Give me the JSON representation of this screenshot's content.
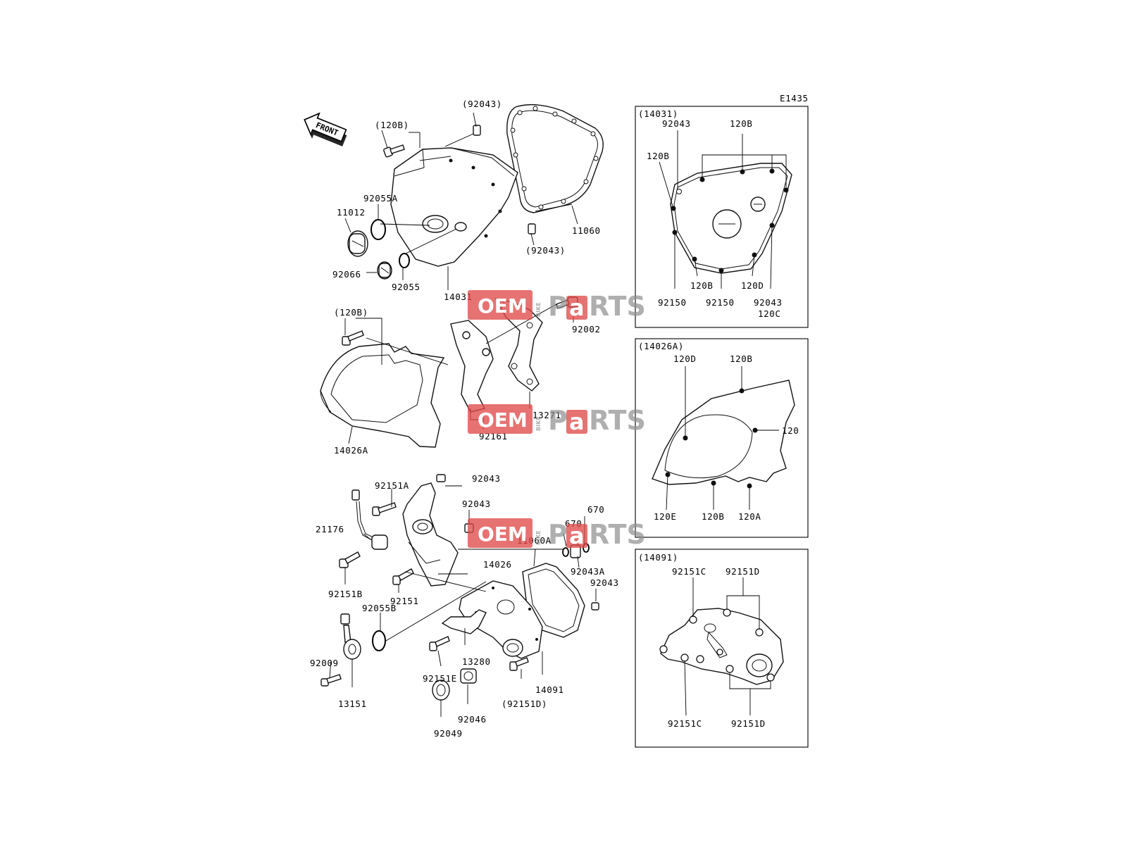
{
  "diagram_id": "E1435",
  "front_label": "FRONT",
  "watermark": {
    "oem": "OEM",
    "bike": "BIKE",
    "parts_a": "P",
    "parts_b": "a",
    "parts_c": "RTS"
  },
  "labels": {
    "p120B_top": "(120B)",
    "p92043_top": "(92043)",
    "p92055A": "92055A",
    "p11012": "11012",
    "p92066": "92066",
    "p92055": "92055",
    "p14031": "14031",
    "p11060": "11060",
    "p92043_mid": "(92043)",
    "p120B_mid": "(120B)",
    "p92002": "92002",
    "p13271": "13271",
    "p92161": "92161",
    "p14026A": "14026A",
    "p92151A": "92151A",
    "p92043_a": "92043",
    "p92043_b": "92043",
    "p21176": "21176",
    "p14026": "14026",
    "p92151B": "92151B",
    "p92151": "92151",
    "p670_a": "670",
    "p670_b": "670",
    "p11060A": "11060A",
    "p92043A": "92043A",
    "p92043_c": "92043",
    "p92055B": "92055B",
    "p13280": "13280",
    "p92009": "92009",
    "p13151": "13151",
    "p92151E": "92151E",
    "p92151D_paren": "(92151D)",
    "p14091": "14091",
    "p92046": "92046",
    "p92049": "92049"
  },
  "insets": [
    {
      "title": "(14031)",
      "labels": [
        "92043",
        "120B",
        "120B",
        "92150",
        "120B",
        "92150",
        "120D",
        "92043",
        "120C"
      ]
    },
    {
      "title": "(14026A)",
      "labels": [
        "120D",
        "120B",
        "120",
        "120E",
        "120B",
        "120A"
      ]
    },
    {
      "title": "(14091)",
      "labels": [
        "92151C",
        "92151D",
        "92151C",
        "92151D"
      ]
    }
  ]
}
